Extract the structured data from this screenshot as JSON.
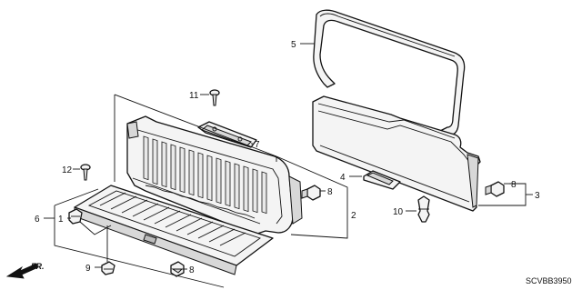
{
  "diagram": {
    "callouts": {
      "c1": "1",
      "c2": "2",
      "c3": "3",
      "c4": "4",
      "c5": "5",
      "c6": "6",
      "c7": "7",
      "c8a": "8",
      "c8b": "8",
      "c8c": "8",
      "c9": "9",
      "c10": "10",
      "c11": "11",
      "c12": "12"
    },
    "direction_label": "FR.",
    "diagram_code": "SCVBB3950",
    "colors": {
      "line": "#111111",
      "fill": "#f4f4f4",
      "background": "#ffffff"
    }
  }
}
